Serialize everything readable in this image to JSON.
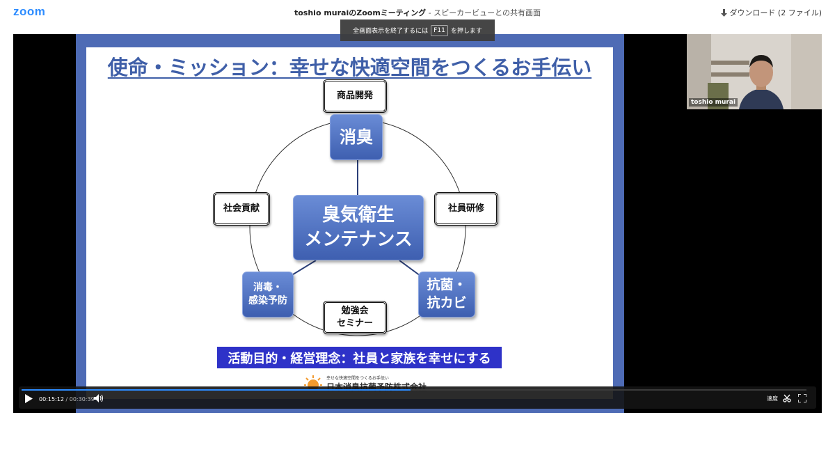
{
  "app": {
    "logo": "zoom",
    "title_bold": "toshio muraiのZoomミーティング",
    "title_rest": " - スピーカービューとの共有画面",
    "download": "ダウンロード (2 ファイル)"
  },
  "banner": {
    "pre": "全画面表示を終了するには",
    "key": "F11",
    "post": "を押します"
  },
  "slide": {
    "title": "使命・ミッション：幸せな快適空間をつくるお手伝い",
    "center_line1": "臭気衛生",
    "center_line2": "メンテナンス",
    "node_top_blue": "消臭",
    "node_product": "商品開発",
    "node_social": "社会貢献",
    "node_training": "社員研修",
    "node_disinfect_1": "消毒・",
    "node_disinfect_2": "感染予防",
    "node_antibac_1": "抗菌・",
    "node_antibac_2": "抗カビ",
    "node_study_1": "勉強会",
    "node_study_2": "セミナー",
    "mission": "活動目的・経営理念：社員と家族を幸せにする",
    "footer_small": "幸せな快適空間をつくるお手伝い",
    "footer_big": "日本消臭抗菌予防株式会社"
  },
  "video": {
    "participant_name": "toshio murai",
    "current_time": "00:15:12",
    "separator": "/",
    "duration": "00:30:39",
    "progress": 0.496,
    "speed_label": "速度"
  },
  "colors": {
    "accent": "#2d8cff",
    "slide_blue": "#4e6bb5",
    "mission_blue": "#2e32c8"
  }
}
